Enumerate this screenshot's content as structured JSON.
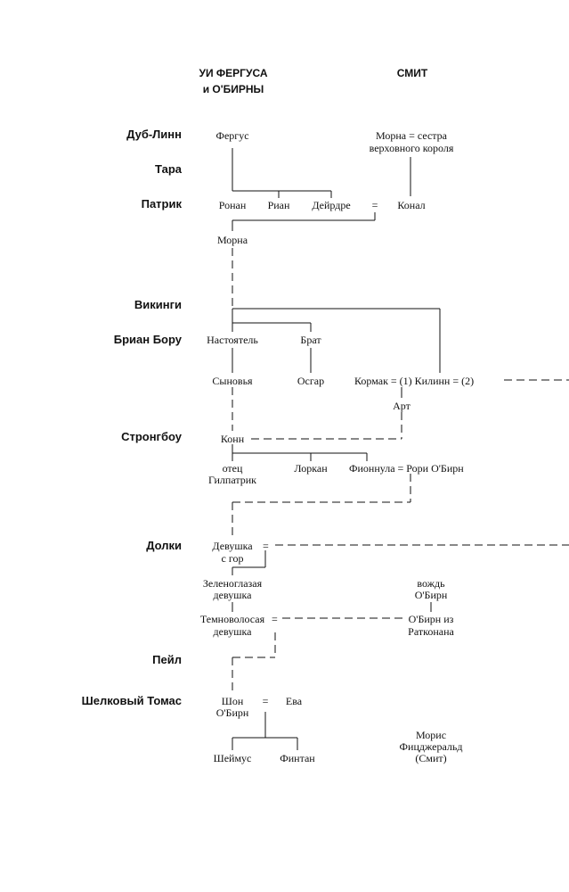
{
  "headers": {
    "left_line1": "УИ ФЕРГУСА",
    "left_line2": "и О'БИРНЫ",
    "right": "СМИТ"
  },
  "eras": {
    "dublin": "Дуб-Линн",
    "tara": "Тара",
    "patrick": "Патрик",
    "vikings": "Викинги",
    "brian_boru": "Бриан Бору",
    "strongbow": "Стронгбоу",
    "dalkey": "Долки",
    "pale": "Пейл",
    "silken_thomas": "Шелковый Томас"
  },
  "people": {
    "fergus": "Фергус",
    "morna_sister_1": "Морна = сестра",
    "morna_sister_2": "верховного короля",
    "ronan": "Ронан",
    "rian": "Риан",
    "deirdre": "Дейрдре",
    "marriage_deirdre_conal": "=",
    "conal": "Конал",
    "morna": "Морна",
    "abbot": "Настоятель",
    "brother": "Брат",
    "sons": "Сыновья",
    "osgar": "Осгар",
    "cormac_kilinn": "Кормак = (1) Килинн = (2)",
    "art": "Арт",
    "conn": "Конн",
    "father_gilpatrick_1": "отец",
    "father_gilpatrick_2": "Гилпатрик",
    "lorcan": "Лоркан",
    "fionnula_rory": "Фионнула = Рори О'Бирн",
    "mountain_girl_1": "Девушка",
    "marriage_mountain_girl": "=",
    "mountain_girl_2": "с гор",
    "green_eyed_girl_1": "Зеленоглазая",
    "green_eyed_girl_2": "девушка",
    "chief_obyrne_1": "вождь",
    "chief_obyrne_2": "О'Бирн",
    "dark_haired_girl_1": "Темноволосая",
    "marriage_dark_haired": "=",
    "dark_haired_girl_2": "девушка",
    "obyrne_rathconan_1": "О'Бирн из",
    "obyrne_rathconan_2": "Ратконана",
    "sean_obyrne_1": "Шон",
    "sean_obyrne_2": "О'Бирн",
    "marriage_sean_eva": "=",
    "eva": "Ева",
    "seamus": "Шеймус",
    "fintan": "Финтан",
    "maurice_1": "Морис",
    "maurice_2": "Фицджеральд",
    "maurice_3": "(Смит)"
  }
}
